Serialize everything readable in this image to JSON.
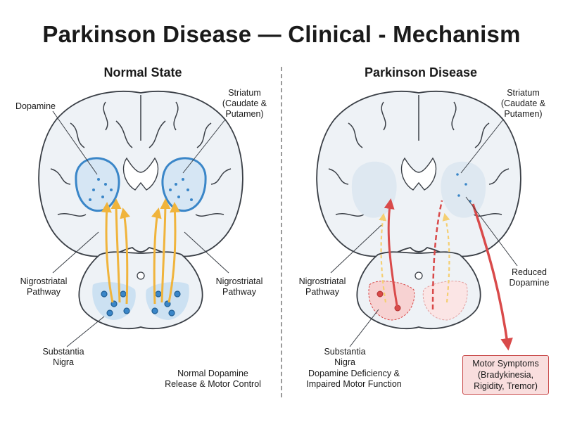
{
  "title": "Parkinson Disease — Clinical - Mechanism",
  "left_panel": {
    "heading": "Normal State",
    "labels": {
      "dopamine": "Dopamine",
      "striatum": "Striatum\n(Caudate &\nPutamen)",
      "pathway_left": "Nigrostriatal\nPathway",
      "pathway_right": "Nigrostriatal\nPathway",
      "substantia": "Substantia\nNigra",
      "caption": "Normal Dopamine\nRelease & Motor Control"
    }
  },
  "right_panel": {
    "heading": "Parkinson Disease",
    "labels": {
      "striatum": "Striatum\n(Caudate &\nPutamen)",
      "pathway": "Nigrostriatal\nPathway",
      "reduced": "Reduced\nDopamine",
      "substantia": "Substantia\nNigra",
      "caption": "Dopamine Deficiency &\nImpaired Motor Function",
      "motor_box": "Motor Symptoms\n(Bradykinesia,\nRigidity, Tremor)"
    }
  },
  "colors": {
    "brain_fill": "#eef2f6",
    "brain_stroke": "#3a3f46",
    "dopamine_blue": "#3a86c8",
    "pathway_gold": "#f0b43c",
    "degeneration_red": "#d94a4a",
    "motor_box_fill": "#f9dede"
  }
}
